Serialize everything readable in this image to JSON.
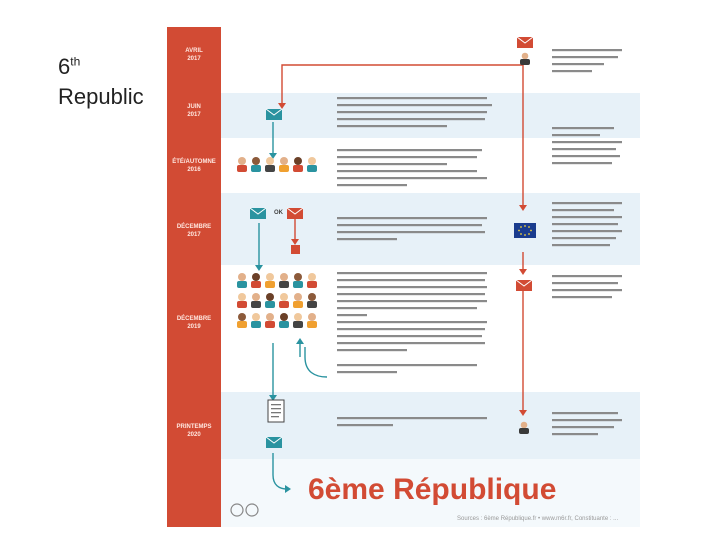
{
  "slide_title": {
    "line1": "6",
    "sup": "th",
    "line2": "Republic"
  },
  "timeline_labels": [
    {
      "text": "AVRIL\n2017"
    },
    {
      "text": "JUIN\n2017"
    },
    {
      "text": "ÉTÉ/AUTOMNE\n2016"
    },
    {
      "text": "DÉCEMBRE\n2017"
    },
    {
      "text": "DÉCEMBRE\n2019"
    },
    {
      "text": "PRINTEMPS\n2020"
    }
  ],
  "ok_label": "OK",
  "final_title": "6ème République",
  "footer": "Sources : 6ème République.fr • www.m6r.fr, Constituante : ..."
}
